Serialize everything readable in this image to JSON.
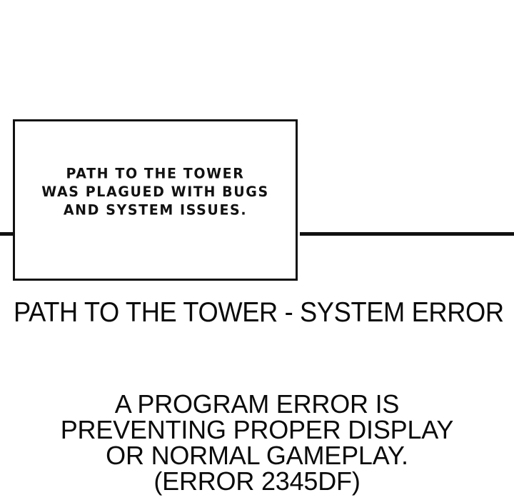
{
  "panel": {
    "background_color": "#ffffff",
    "ink_color": "#111111"
  },
  "dialogue_box": {
    "lines": [
      "PATH TO THE TOWER",
      "WAS PLAGUED WITH BUGS",
      "AND SYSTEM ISSUES."
    ]
  },
  "heading": {
    "text": "PATH TO THE TOWER - SYSTEM ERROR"
  },
  "body": {
    "lines": [
      "A PROGRAM ERROR IS",
      "PREVENTING PROPER DISPLAY",
      "OR NORMAL GAMEPLAY.",
      "(ERROR 2345DF)"
    ]
  }
}
